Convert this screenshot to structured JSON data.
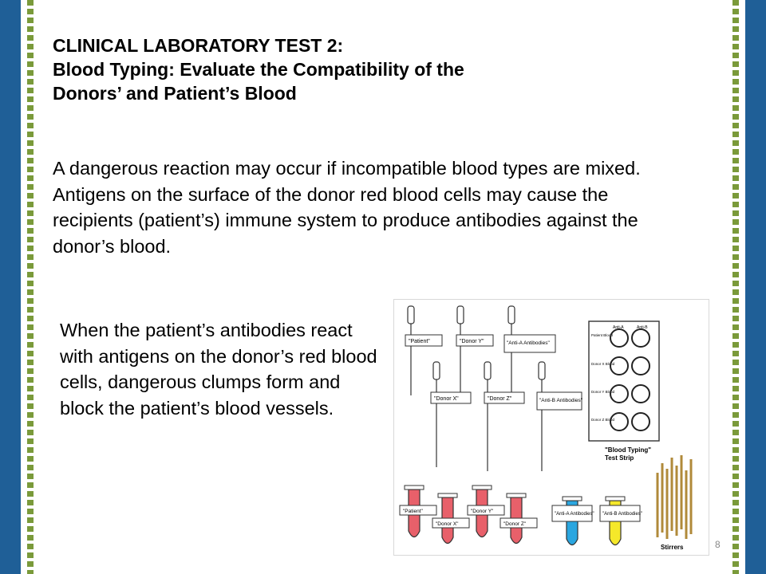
{
  "slide": {
    "title_line1": "CLINICAL LABORATORY TEST 2:",
    "title_line2": "Blood Typing: Evaluate the Compatibility of the",
    "title_line3": "Donors’ and Patient’s Blood",
    "paragraph1": "A dangerous reaction may occur if incompatible blood types are mixed.  Antigens on the surface of the donor red blood cells may cause the recipients (patient’s) immune system to produce antibodies against the donor’s blood.",
    "paragraph2": "When the patient’s antibodies react with antigens on the donor’s red blood cells, dangerous clumps form and block the patient’s blood vessels.",
    "page_number": "8"
  },
  "figure": {
    "droppers": [
      {
        "label": "\"Patient\""
      },
      {
        "label": "\"Donor Y\""
      },
      {
        "label": "\"Anti-A Antibodies\""
      },
      {
        "label": "\"Donor X\""
      },
      {
        "label": "\"Donor Z\""
      },
      {
        "label": "\"Anti-B Antibodies\""
      }
    ],
    "tubes": [
      {
        "label": "\"Patient\"",
        "color": "#e8606a"
      },
      {
        "label": "\"Donor X\"",
        "color": "#e8606a"
      },
      {
        "label": "\"Donor Y\"",
        "color": "#e8606a"
      },
      {
        "label": "\"Donor Z\"",
        "color": "#e8606a"
      },
      {
        "label": "\"Anti-A Antibodies\"",
        "color": "#2aa6e0"
      },
      {
        "label": "\"Anti-B Antibodies\"",
        "color": "#f5e82a"
      }
    ],
    "test_strip": {
      "col_a": "Anti-A",
      "col_b": "Anti-B",
      "rows": [
        "Patient Blood",
        "Donor X Blood",
        "Donor Y Blood",
        "Donor Z Blood"
      ],
      "caption_line1": "\"Blood Typing\"",
      "caption_line2": "Test Strip"
    },
    "stirrers_label": "Stirrers"
  },
  "colors": {
    "side_bar": "#1f5f97",
    "dotted_border": "#7a9a3a",
    "red_blood": "#e8606a",
    "anti_a": "#2aa6e0",
    "anti_b": "#f5e82a"
  }
}
